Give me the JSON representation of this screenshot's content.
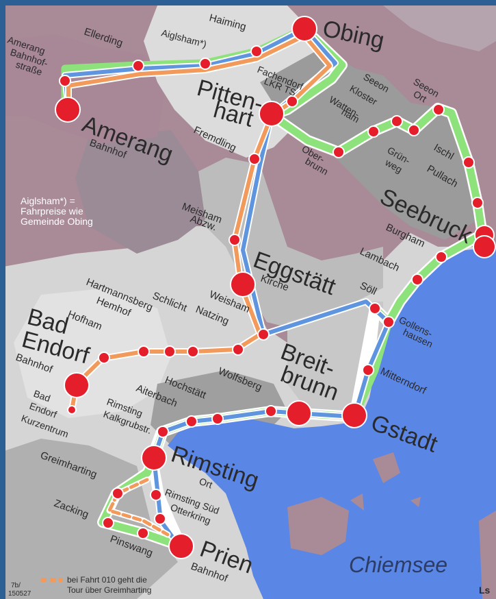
{
  "map": {
    "lake_name": "Chiemsee",
    "note": {
      "line1": "Aiglsham*) =",
      "line2": "Fahrpreise wie",
      "line3": "Gemeinde Obing"
    },
    "legend": {
      "line1": "bei Fahrt 010 geht die",
      "line2": "Tour über Greimharting"
    },
    "footer_code": {
      "line1": "7b/",
      "line2": "150527"
    },
    "corner_mark": "Ls",
    "colors": {
      "water": "#5a86e6",
      "route_green": "#8ee27c",
      "route_blue": "#5f95df",
      "route_orange": "#f19a5c",
      "stop": "#e41e2b"
    },
    "labels": {
      "obing": "Obing",
      "haiming": "Haiming",
      "aiglsham": "Aiglsham*)",
      "ellerding": "Ellerding",
      "amerang_bhf_1": "Amerang",
      "amerang_bhf_2": "Bahnhof-",
      "amerang_bhf_3": "straße",
      "amerang": "Amerang",
      "amerang_sub": "Bahnhof",
      "fachendorf_1": "Fachendorf",
      "fachendorf_2": "LKR TS",
      "pitten": "Pitten-",
      "hart": "hart",
      "fremdling": "Fremdling",
      "seeon_kloster_1": "Seeon",
      "seeon_kloster_2": "Kloster",
      "wattenham_1": "Watten-",
      "wattenham_2": "ham",
      "seeon_ort_1": "Seeon",
      "seeon_ort_2": "Ort",
      "oberbrunn_1": "Ober-",
      "oberbrunn_2": "brunn",
      "gruenweg_1": "Grün-",
      "gruenweg_2": "weg",
      "ischl": "Ischl",
      "pullach": "Pullach",
      "seebruck": "Seebruck",
      "burgham": "Burgham",
      "lambach": "Lambach",
      "meisham_1": "Meisham",
      "meisham_2": "Abzw.",
      "eggstaett": "Eggstätt",
      "eggstaett_sub": "Kirche",
      "soell": "Söll",
      "gollenshausen_1": "Gollens-",
      "gollenshausen_2": "hausen",
      "hartmannsberg": "Hartmannsberg",
      "hemhof": "Hemhof",
      "hofham": "Hofham",
      "schlicht": "Schlicht",
      "natzing": "Natzing",
      "weisham": "Weisham",
      "bad_endorf_1": "Bad",
      "bad_endorf_2": "Endorf",
      "bad_endorf_sub": "Bahnhof",
      "kurzentrum_1": "Bad",
      "kurzentrum_2": "Endorf",
      "kurzentrum_3": "Kurzentrum",
      "breitbrunn_1": "Breit-",
      "breitbrunn_2": "brunn",
      "wolfsberg": "Wolfsberg",
      "mitterndorf": "Mitterndorf",
      "hochstaett": "Hochstätt",
      "aiterbach": "Aiterbach",
      "rimsting_kalk_1": "Rimsting",
      "rimsting_kalk_2": "Kalkgrubstr.",
      "gstadt": "Gstadt",
      "rimsting": "Rimsting",
      "rimsting_ort": "Ort",
      "rimsting_sued": "Rimsting Süd",
      "otterkring": "Otterkring",
      "greimharting": "Greimharting",
      "zacking": "Zacking",
      "pinswang": "Pinswang",
      "prien": "Prien",
      "prien_sub": "Bahnhof"
    }
  }
}
